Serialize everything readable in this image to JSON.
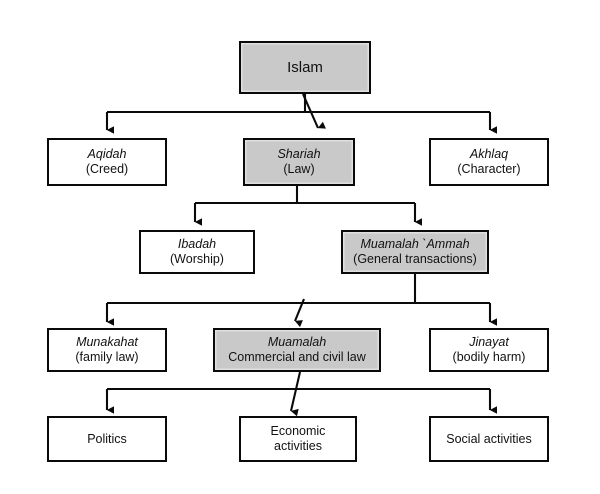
{
  "diagram": {
    "type": "hierarchy-flowchart",
    "title": "Islam knowledge classification hierarchy",
    "colors": {
      "page_background": "#ffffff",
      "box_fill_plain": "#ffffff",
      "box_fill_shaded": "#c9c9c9",
      "box_border": "#0a0a0a",
      "connector": "#0a0a0a",
      "text": "#111111"
    },
    "levels": [
      {
        "level": 1,
        "nodes": [
          {
            "id": "islam",
            "lines": [
              "Islam"
            ],
            "shaded": true,
            "style": "root"
          }
        ]
      },
      {
        "level": 2,
        "nodes": [
          {
            "id": "aqidah",
            "lines": [
              "Aqidah",
              "(Creed)"
            ],
            "shaded": false,
            "style": "term-sub"
          },
          {
            "id": "shariah",
            "lines": [
              "Shariah",
              "(Law)"
            ],
            "shaded": true,
            "style": "term-sub"
          },
          {
            "id": "akhlaq",
            "lines": [
              "Akhlaq",
              "(Character)"
            ],
            "shaded": false,
            "style": "term-sub"
          }
        ]
      },
      {
        "level": 3,
        "nodes": [
          {
            "id": "ibadah",
            "lines": [
              "Ibadah",
              "(Worship)"
            ],
            "shaded": false,
            "style": "term-sub"
          },
          {
            "id": "muamalah-ammah",
            "lines": [
              "Muamalah  `Ammah",
              "(General transactions)"
            ],
            "shaded": true,
            "style": "term-sub"
          }
        ]
      },
      {
        "level": 4,
        "nodes": [
          {
            "id": "munakahat",
            "lines": [
              "Munakahat",
              "(family law)"
            ],
            "shaded": false,
            "style": "term-sub"
          },
          {
            "id": "muamalah",
            "lines": [
              "Muamalah",
              "Commercial and civil law"
            ],
            "shaded": true,
            "style": "term-sub"
          },
          {
            "id": "jinayat",
            "lines": [
              "Jinayat",
              "(bodily harm)"
            ],
            "shaded": false,
            "style": "term-sub"
          }
        ]
      },
      {
        "level": 5,
        "nodes": [
          {
            "id": "politics",
            "lines": [
              "Politics"
            ],
            "shaded": false,
            "style": "plain"
          },
          {
            "id": "economic-activities",
            "lines": [
              "Economic",
              "activities"
            ],
            "shaded": false,
            "style": "plain"
          },
          {
            "id": "social-activities",
            "lines": [
              "Social activities"
            ],
            "shaded": false,
            "style": "plain"
          }
        ]
      }
    ],
    "edges": [
      {
        "from": "islam",
        "to": "aqidah",
        "shape": "elbow"
      },
      {
        "from": "islam",
        "to": "shariah",
        "shape": "diagonal"
      },
      {
        "from": "islam",
        "to": "akhlaq",
        "shape": "elbow"
      },
      {
        "from": "shariah",
        "to": "ibadah",
        "shape": "elbow"
      },
      {
        "from": "shariah",
        "to": "muamalah-ammah",
        "shape": "elbow"
      },
      {
        "from": "muamalah-ammah",
        "to": "munakahat",
        "shape": "elbow"
      },
      {
        "from": "muamalah-ammah",
        "to": "muamalah",
        "shape": "diagonal"
      },
      {
        "from": "muamalah-ammah",
        "to": "jinayat",
        "shape": "elbow"
      },
      {
        "from": "muamalah",
        "to": "politics",
        "shape": "elbow"
      },
      {
        "from": "muamalah",
        "to": "economic-activities",
        "shape": "diagonal"
      },
      {
        "from": "muamalah",
        "to": "social-activities",
        "shape": "elbow"
      }
    ]
  },
  "nodes": {
    "islam": {
      "line1": "Islam"
    },
    "aqidah": {
      "line1": "Aqidah",
      "line2": "(Creed)"
    },
    "shariah": {
      "line1": "Shariah",
      "line2": "(Law)"
    },
    "akhlaq": {
      "line1": "Akhlaq",
      "line2": "(Character)"
    },
    "ibadah": {
      "line1": "Ibadah",
      "line2": "(Worship)"
    },
    "muamalah_ammah": {
      "line1": "Muamalah  `Ammah",
      "line2": "(General transactions)"
    },
    "munakahat": {
      "line1": "Munakahat",
      "line2": "(family law)"
    },
    "muamalah": {
      "line1": "Muamalah",
      "line2": "Commercial and civil law"
    },
    "jinayat": {
      "line1": "Jinayat",
      "line2": "(bodily harm)"
    },
    "politics": {
      "line1": "Politics"
    },
    "economic": {
      "line1": "Economic",
      "line2": "activities"
    },
    "social": {
      "line1": "Social activities"
    }
  }
}
